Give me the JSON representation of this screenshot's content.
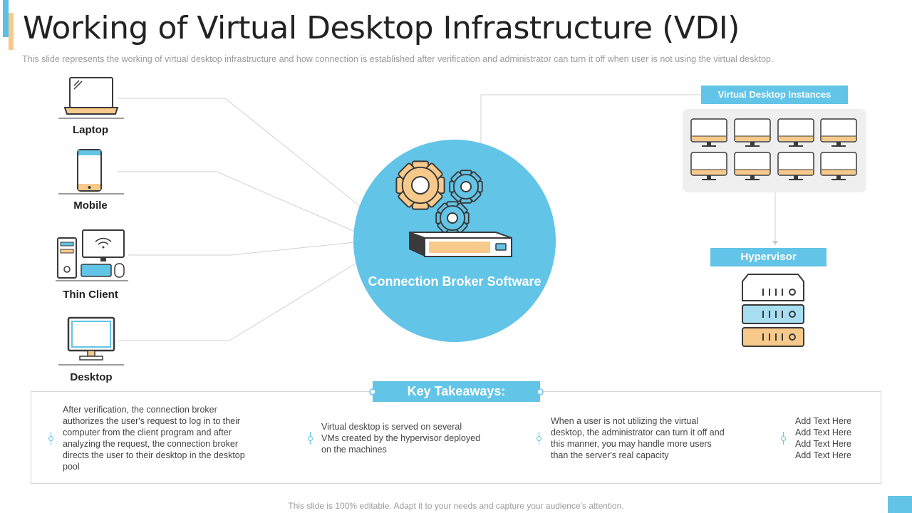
{
  "header": {
    "title": "Working of Virtual Desktop Infrastructure (VDI)",
    "subtitle": "This slide represents the working of virtual desktop infrastructure  and how connection is established after verification  and administrator can turn it off when user is not using the virtual desktop."
  },
  "devices": [
    {
      "label": "Laptop",
      "icon": "laptop-icon"
    },
    {
      "label": "Mobile",
      "icon": "mobile-icon"
    },
    {
      "label": "Thin Client",
      "icon": "thin-client-icon"
    },
    {
      "label": "Desktop",
      "icon": "desktop-icon"
    }
  ],
  "broker": {
    "label": "Connection Broker Software",
    "icon": "gears-server-icon"
  },
  "vdi": {
    "label": "Virtual Desktop Instances",
    "instance_icon": "monitor-icon",
    "instance_count": 8
  },
  "hypervisor": {
    "label": "Hypervisor",
    "icon": "server-rack-icon"
  },
  "takeaways": {
    "title": "Key Takeaways:",
    "items": [
      "After verification,  the connection broker authorizes the user's request to log in to their computer from the client program  and after analyzing the request,  the connection broker directs the user to their desktop in the desktop pool",
      "Virtual desktop is served  on several VMs created by the hypervisor deployed on the machines",
      "When a user is not utilizing the virtual desktop, the administrator can turn it off and this manner,  you may handle more users than the server's  real capacity",
      "Add Text Here\nAdd Text Here\nAdd Text Here\nAdd Text Here"
    ]
  },
  "footer": "This slide is 100% editable. Adapt it to your needs and capture your audience's attention.",
  "colors": {
    "primary": "#62C4E6",
    "accent": "#F7C98B",
    "outline": "#3a3a3a"
  }
}
